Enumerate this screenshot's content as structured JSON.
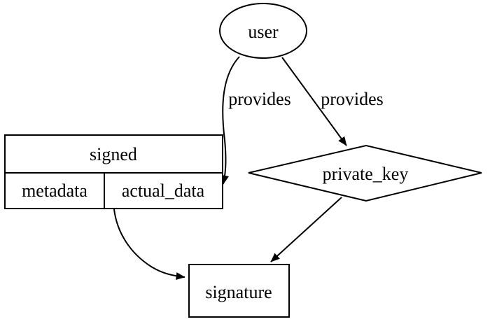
{
  "diagram": {
    "background": "#ffffff",
    "line_color": "#000000",
    "nodes": {
      "user": {
        "shape": "ellipse",
        "label": "user"
      },
      "signed": {
        "shape": "record",
        "title": "signed",
        "cell_metadata": "metadata",
        "cell_actual_data": "actual_data"
      },
      "private_key": {
        "shape": "diamond",
        "label": "private_key"
      },
      "signature": {
        "shape": "box",
        "label": "signature"
      }
    },
    "edges": [
      {
        "from": "user",
        "to": "signed.actual_data",
        "label": "provides"
      },
      {
        "from": "user",
        "to": "private_key",
        "label": "provides"
      },
      {
        "from": "signed.actual_data",
        "to": "signature",
        "label": ""
      },
      {
        "from": "private_key",
        "to": "signature",
        "label": ""
      }
    ]
  }
}
